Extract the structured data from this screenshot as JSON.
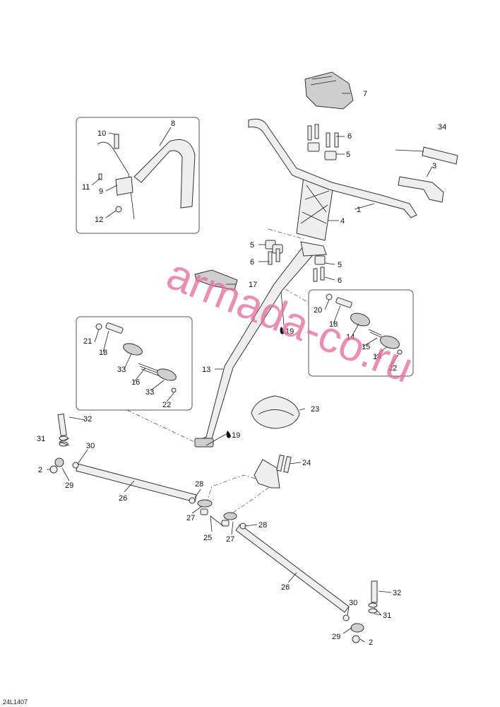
{
  "watermark": "armada-co.ru",
  "drawing_ref": "24L1407",
  "callouts": {
    "c1": "1",
    "c2a": "2",
    "c2b": "2",
    "c3": "3",
    "c4": "4",
    "c5a": "5",
    "c5b": "5",
    "c5c": "5",
    "c6a": "6",
    "c6b": "6",
    "c6c": "6",
    "c7": "7",
    "c8": "8",
    "c9": "9",
    "c10": "10",
    "c11": "11",
    "c12": "12",
    "c13": "13",
    "c14a": "14",
    "c14b": "14",
    "c15": "15",
    "c16": "16",
    "c17": "17",
    "c18a": "18",
    "c18b": "18",
    "c19a": "19",
    "c19b": "19",
    "c20": "20",
    "c21": "21",
    "c22a": "22",
    "c22b": "22",
    "c23": "23",
    "c24": "24",
    "c25": "25",
    "c26a": "26",
    "c26b": "26",
    "c27a": "27",
    "c27b": "27",
    "c28a": "28",
    "c28b": "28",
    "c29a": "29",
    "c29b": "29",
    "c30a": "30",
    "c30b": "30",
    "c31a": "31",
    "c31b": "31",
    "c32a": "32",
    "c32b": "32",
    "c33a": "33",
    "c33b": "33",
    "c34": "34"
  },
  "icons": [
    "grease-drop-icon"
  ]
}
